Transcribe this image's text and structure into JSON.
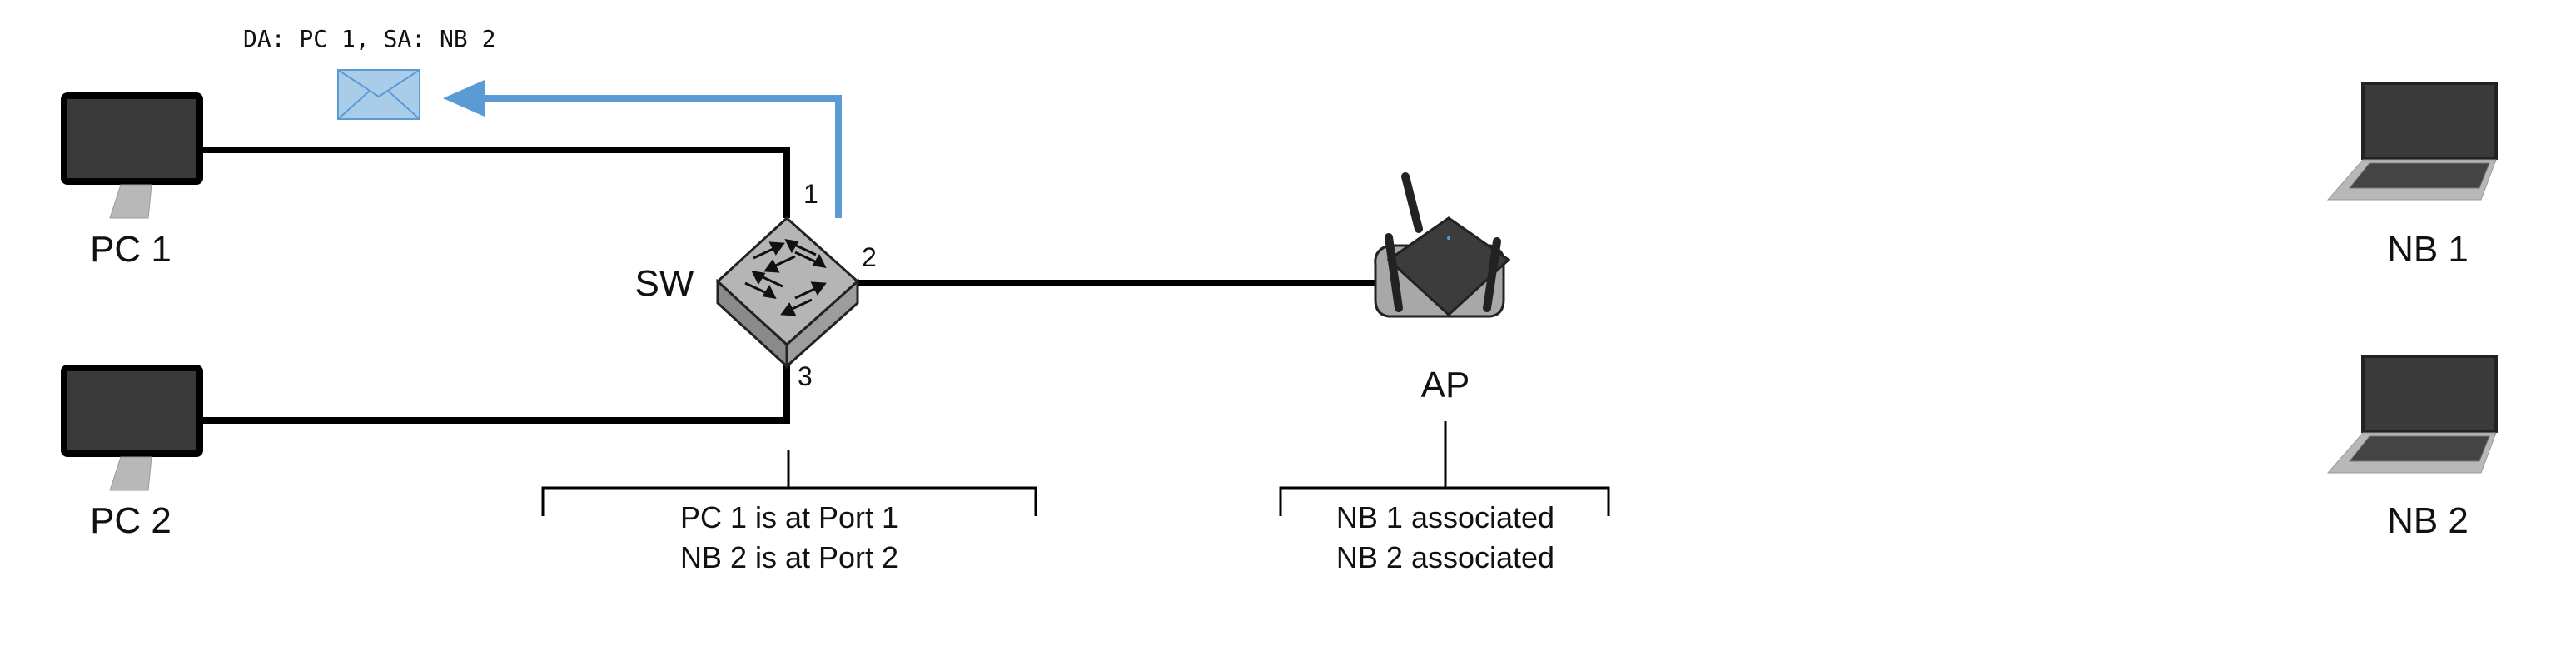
{
  "devices": {
    "pc1": "PC 1",
    "pc2": "PC 2",
    "switch": "SW",
    "ap": "AP",
    "nb1": "NB 1",
    "nb2": "NB 2"
  },
  "ports": {
    "p1": "1",
    "p2": "2",
    "p3": "3"
  },
  "frame": {
    "header": "DA: PC 1, SA: NB 2"
  },
  "switch_table": [
    "PC 1 is at Port 1",
    "NB 2 is at Port 2"
  ],
  "ap_table": [
    "NB 1 associated",
    "NB 2 associated"
  ],
  "colors": {
    "link": "#000000",
    "frame_path": "#5b9bd5",
    "envelope_fill": "#a9cce9",
    "screen": "#3a3a3a",
    "device_gray": "#b8b8b8"
  }
}
